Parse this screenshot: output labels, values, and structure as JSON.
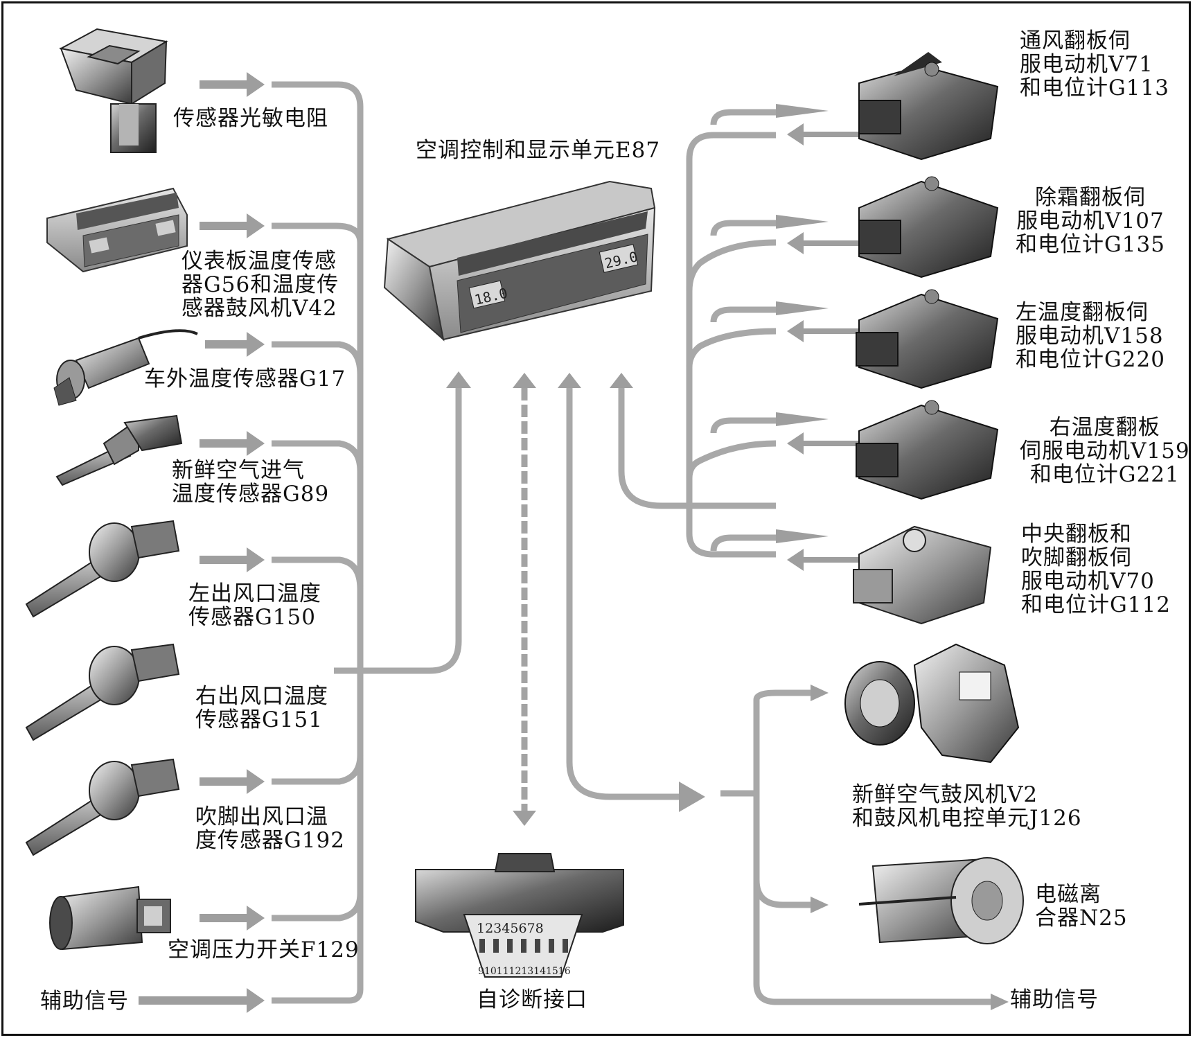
{
  "title": "空调控制和显示单元E87",
  "inputs": [
    {
      "id": "photo",
      "label": "传感器光敏电阻"
    },
    {
      "id": "dash",
      "label": "仪表板温度传感\n器G56和温度传\n感器鼓风机V42"
    },
    {
      "id": "outside",
      "label": "车外温度传感器G17"
    },
    {
      "id": "fresh",
      "label": "新鲜空气进气\n温度传感器G89"
    },
    {
      "id": "left",
      "label": "左出风口温度\n传感器G150"
    },
    {
      "id": "right",
      "label": "右出风口温度\n传感器G151"
    },
    {
      "id": "foot",
      "label": "吹脚出风口温\n度传感器G192"
    },
    {
      "id": "pressure",
      "label": "空调压力开关F129"
    },
    {
      "id": "aux_in",
      "label": "辅助信号"
    }
  ],
  "diagnostic": "自诊断接口",
  "obd_pins_top": "12345678",
  "obd_pins_bottom": "910111213141516",
  "display_left": "18.0",
  "display_right": "29.0",
  "outputs": [
    {
      "id": "v71",
      "label": "通风翻板伺\n服电动机V71\n和电位计G113"
    },
    {
      "id": "v107",
      "label": "除霜翻板伺\n服电动机V107\n和电位计G135"
    },
    {
      "id": "v158",
      "label": "左温度翻板伺\n服电动机V158\n和电位计G220"
    },
    {
      "id": "v159",
      "label": "右温度翻板\n伺服电动机V159\n和电位计G221"
    },
    {
      "id": "v70",
      "label": "中央翻板和\n吹脚翻板伺\n服电动机V70\n和电位计G112"
    },
    {
      "id": "v2",
      "label": "新鲜空气鼓风机V2\n和鼓风机电控单元J126"
    },
    {
      "id": "n25",
      "label": "电磁离\n合器N25"
    },
    {
      "id": "aux_out",
      "label": "辅助信号"
    }
  ],
  "colors": {
    "line": "#a3a3a3",
    "dark": "#2a2a2a",
    "frame": "#111111"
  }
}
